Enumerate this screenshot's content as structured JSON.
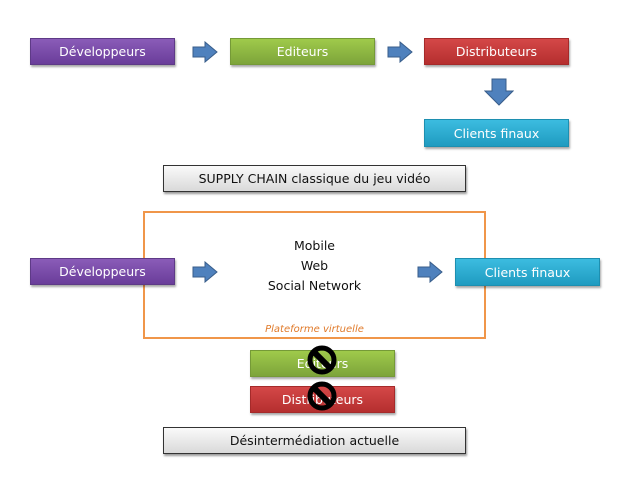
{
  "classic_chain": {
    "nodes": {
      "developers": "Développeurs",
      "publishers": "Editeurs",
      "distributors": "Distributeurs",
      "clients": "Clients finaux"
    },
    "caption": "SUPPLY CHAIN  classique du jeu vidéo"
  },
  "current_chain": {
    "developers": "Développeurs",
    "clients": "Clients finaux",
    "platform": {
      "channels": [
        "Mobile",
        "Web",
        "Social Network"
      ],
      "caption": "Plateforme virtuelle"
    },
    "removed": {
      "publishers": "Editeurs",
      "distributors": "Distributeurs"
    },
    "caption": "Désintermédiation actuelle"
  },
  "colors": {
    "developers": "#7a4aa8",
    "publishers": "#8cb843",
    "distributors": "#c43c3c",
    "clients": "#2eadd2",
    "arrow": "#4f81bd",
    "platform_border": "#f0964a"
  }
}
